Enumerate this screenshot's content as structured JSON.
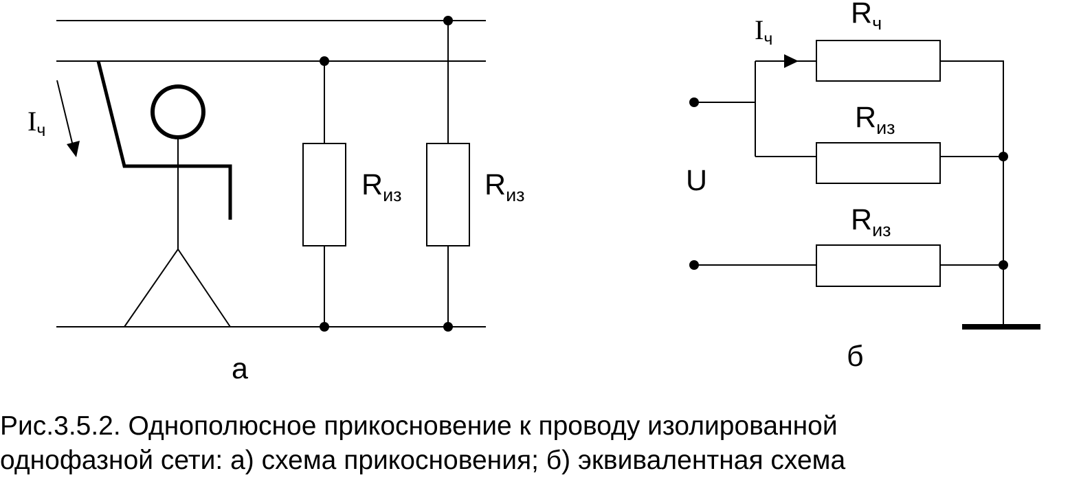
{
  "diagram_a": {
    "current_label": {
      "main": "I",
      "sub": "ч"
    },
    "resistor_1_label": {
      "main": "R",
      "sub": "из"
    },
    "resistor_2_label": {
      "main": "R",
      "sub": "из"
    },
    "subfigure_letter": "а"
  },
  "diagram_b": {
    "current_label": {
      "main": "I",
      "sub": "ч"
    },
    "resistor_body_label": {
      "main": "R",
      "sub": "ч"
    },
    "resistor_iz_1_label": {
      "main": "R",
      "sub": "из"
    },
    "resistor_iz_2_label": {
      "main": "R",
      "sub": "из"
    },
    "voltage_label": "U",
    "subfigure_letter": "б"
  },
  "caption": {
    "line1": "Рис.3.5.2. Однополюсное прикосновение к проводу изолированной",
    "line2": "однофазной сети: а) схема прикосновения; б) эквивалентная схема"
  }
}
